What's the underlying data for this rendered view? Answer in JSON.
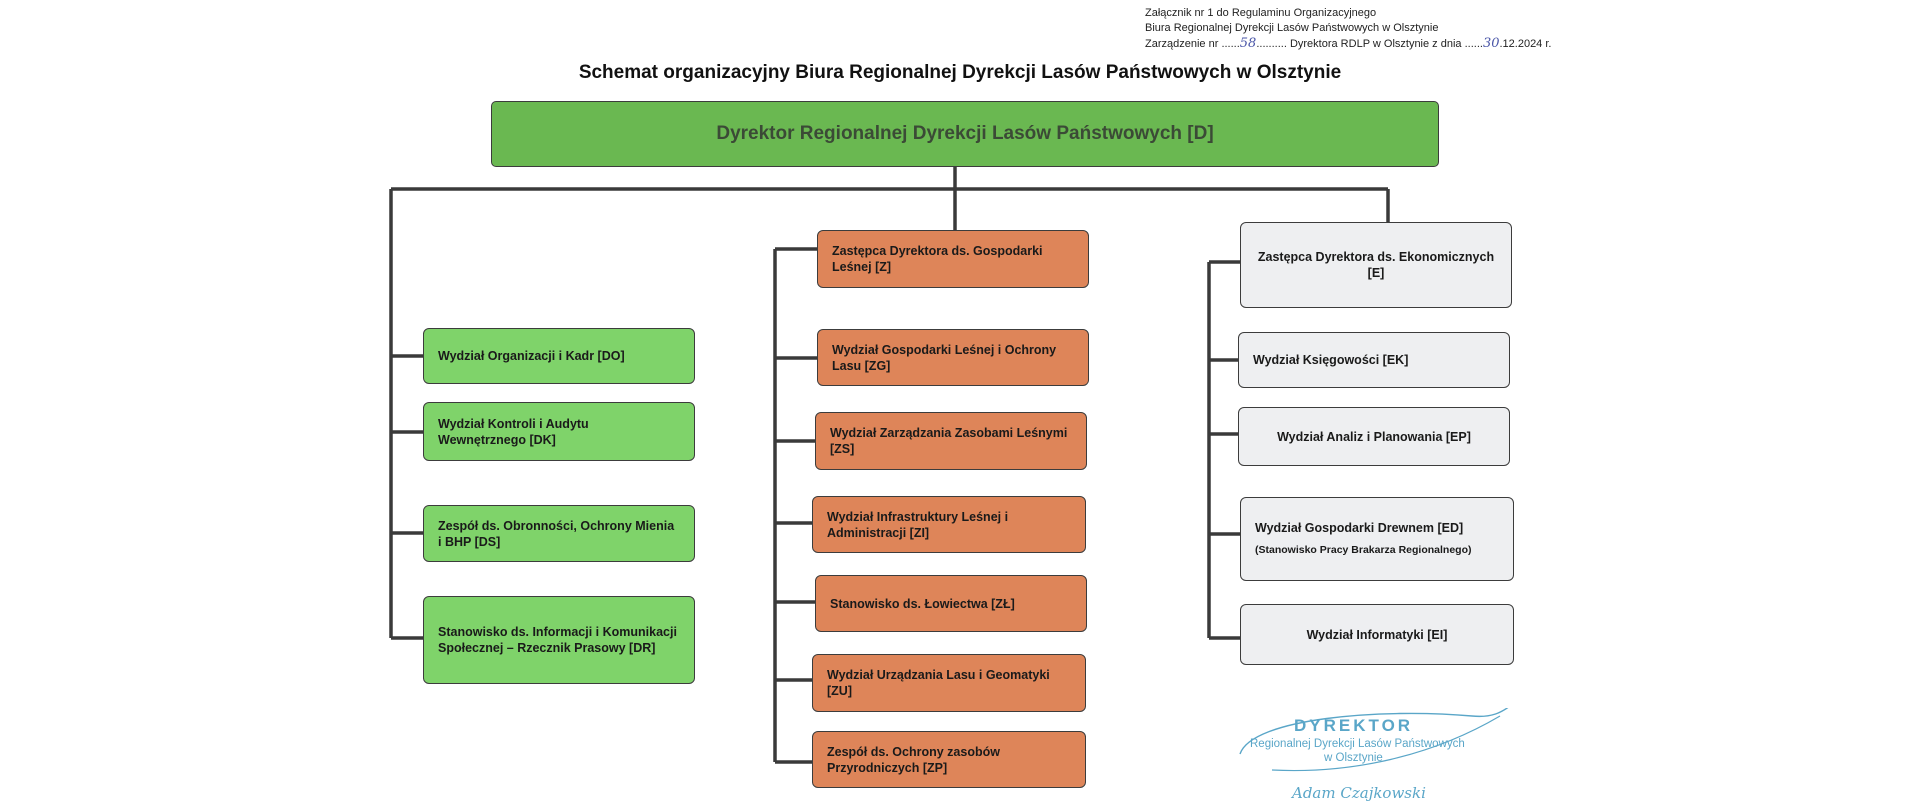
{
  "header_note": {
    "line1": "Załącznik nr 1 do Regulaminu Organizacyjnego",
    "line2": "Biura Regionalnej Dyrekcji Lasów Państwowych w Olsztynie",
    "line3_prefix": "Zarządzenie nr ",
    "line3_number": "58",
    "line3_mid": " Dyrektora RDLP w Olsztynie z dnia ",
    "line3_day": "30",
    "line3_suffix": ".12.2024 r."
  },
  "title": "Schemat organizacyjny Biura Regionalnej Dyrekcji Lasów Państwowych w Olsztynie",
  "director": "Dyrektor Regionalnej Dyrekcji Lasów Państwowych [D]",
  "left_column": {
    "items": [
      "Wydział Organizacji i Kadr [DO]",
      "Wydział Kontroli i Audytu Wewnętrznego [DK]",
      "Zespół ds. Obronności, Ochrony Mienia i BHP [DS]",
      "Stanowisko ds. Informacji i Komunikacji Społecznej – Rzecznik Prasowy [DR]"
    ]
  },
  "middle_column": {
    "head": "Zastępca Dyrektora ds. Gospodarki Leśnej [Z]",
    "items": [
      "Wydział Gospodarki Leśnej i Ochrony Lasu [ZG]",
      "Wydział Zarządzania Zasobami Leśnymi [ZS]",
      "Wydział Infrastruktury Leśnej i Administracji [ZI]",
      "Stanowisko ds. Łowiectwa [ZŁ]",
      "Wydział Urządzania Lasu i Geomatyki [ZU]",
      "Zespół ds. Ochrony zasobów Przyrodniczych [ZP]"
    ]
  },
  "right_column": {
    "head": "Zastępca Dyrektora ds. Ekonomicznych [E]",
    "items": [
      "Wydział Księgowości [EK]",
      "Wydział Analiz i Planowania [EP]",
      "Wydział Gospodarki Drewnem [ED]",
      "Wydział Informatyki [EI]"
    ],
    "ed_note": "(Stanowisko Pracy Brakarza Regionalnego)"
  },
  "stamp": {
    "title": "DYREKTOR",
    "line1": "Regionalnej Dyrekcji Lasów Państwowych",
    "line2": "w Olsztynie",
    "signature": "Adam Czajkowski"
  },
  "colors": {
    "director": "#6ab851",
    "left": "#7fd36a",
    "middle": "#de8559",
    "right": "#eeeff1",
    "lines": "#3a3a3a",
    "stamp": "#5aa6c8"
  }
}
